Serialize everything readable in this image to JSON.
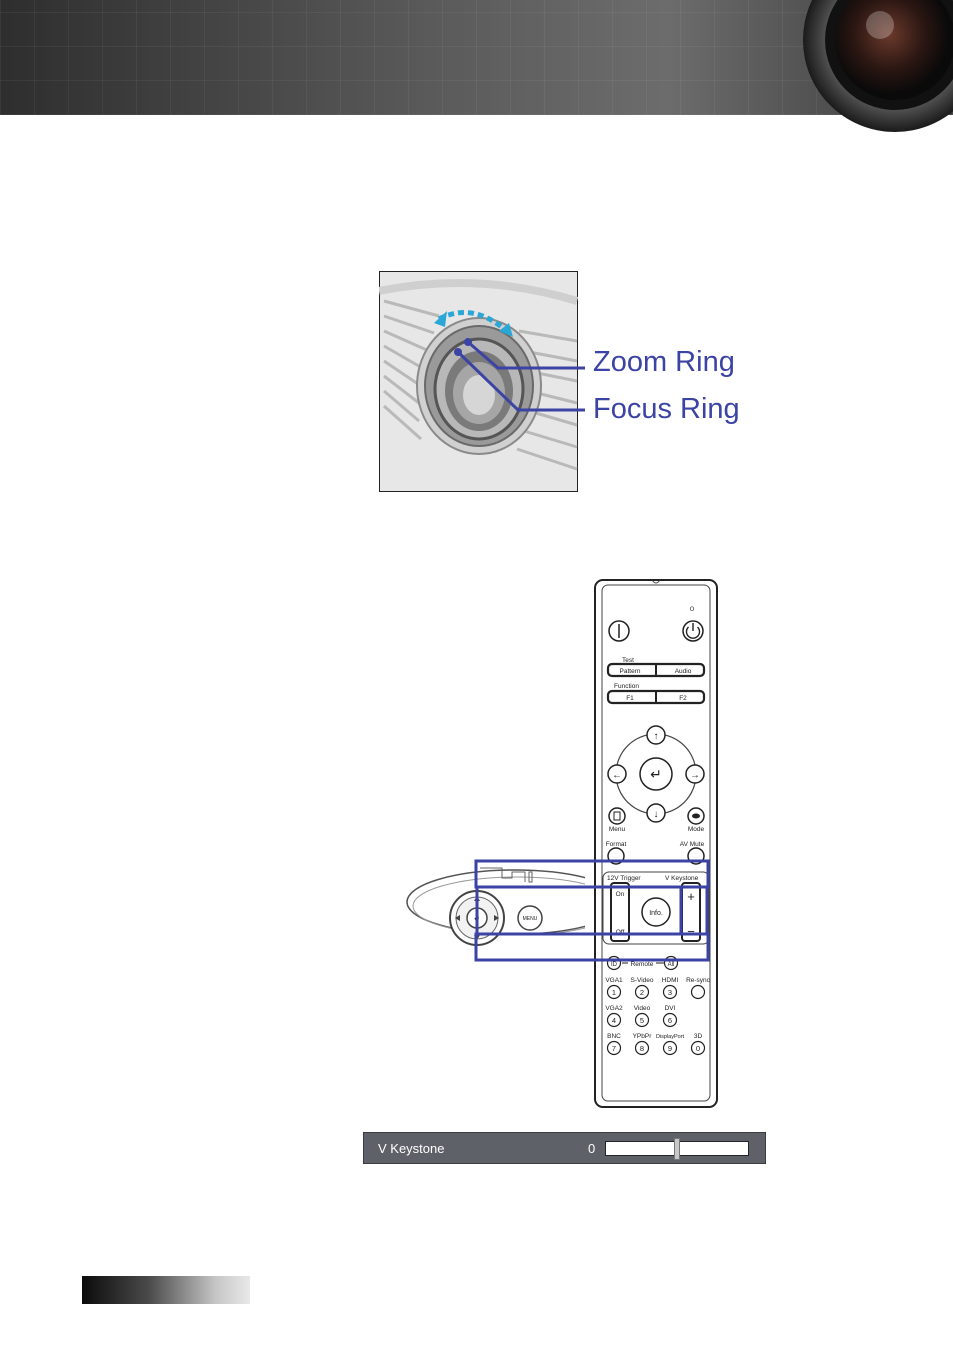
{
  "figure_lens": {
    "zoom_label": "Zoom Ring",
    "focus_label": "Focus Ring"
  },
  "remote": {
    "test_label": "Test",
    "pattern_label": "Pattern",
    "audio_label": "Audio",
    "function_label": "Function",
    "f1_label": "F1",
    "f2_label": "F2",
    "menu_label": "Menu",
    "mode_label": "Mode",
    "format_label": "Format",
    "av_mute_label": "AV Mute",
    "trigger_label": "12V Trigger",
    "on_label": "On",
    "off_label": "Off",
    "info_label": "Info.",
    "vkeystone_label": "V Keystone",
    "plus": "+",
    "minus": "−",
    "id_label": "ID",
    "remote_label": "Remote",
    "all_label": "All",
    "power_indicator": "o",
    "keys": [
      {
        "caption": "VGA1",
        "digit": "1"
      },
      {
        "caption": "S-Video",
        "digit": "2"
      },
      {
        "caption": "HDMI",
        "digit": "3"
      },
      {
        "caption": "Re-sync",
        "digit": ""
      },
      {
        "caption": "VGA2",
        "digit": "4"
      },
      {
        "caption": "Video",
        "digit": "5"
      },
      {
        "caption": "DVI",
        "digit": "6"
      },
      {
        "caption": "BNC",
        "digit": "7"
      },
      {
        "caption": "YPbPr",
        "digit": "8"
      },
      {
        "caption": "DisplayPort",
        "digit": "9"
      },
      {
        "caption": "3D",
        "digit": "0"
      }
    ]
  },
  "keypad": {
    "menu_label": "MENU"
  },
  "osd": {
    "label": "V Keystone",
    "value": "0",
    "level_fraction": 0.5
  },
  "colors": {
    "callout": "#3b43a4",
    "highlight": "#3b43a4",
    "arrow": "#2aa7d6"
  }
}
